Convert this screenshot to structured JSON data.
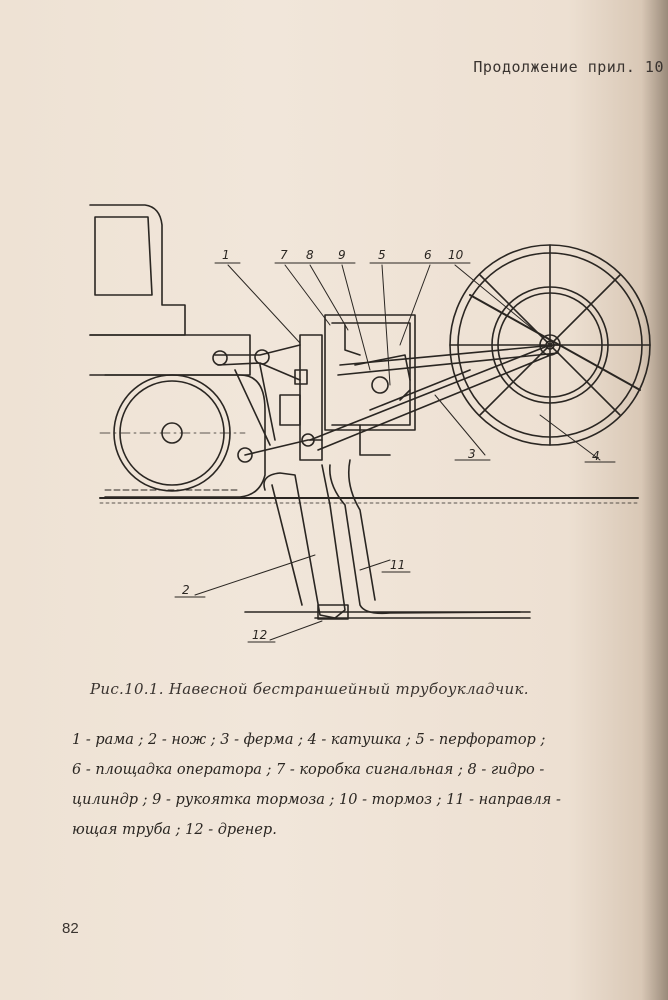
{
  "header": {
    "text": "Продолжение прил. 10"
  },
  "figure": {
    "labels": {
      "l1": "1",
      "l2": "2",
      "l3": "3",
      "l4": "4",
      "l5": "5",
      "l6": "6",
      "l7": "7",
      "l8": "8",
      "l9": "9",
      "l10": "10",
      "l11": "11",
      "l12": "12"
    }
  },
  "caption": {
    "text": "Рис.10.1. Навесной бестраншейный трубоукладчик."
  },
  "legend": {
    "lines": [
      "1 - рама ;  2 - нож ;  3 - ферма ;  4 - катушка ;  5 - перфоратор ;",
      "6 - площадка оператора ;  7 - коробка сигнальная ; 8 - гидро -",
      "цилиндр ;  9 - рукоятка тормоза ;  10 - тормоз ;  11 - направля -",
      "ющая труба ;  12 - дренер."
    ]
  },
  "page_number": "82"
}
